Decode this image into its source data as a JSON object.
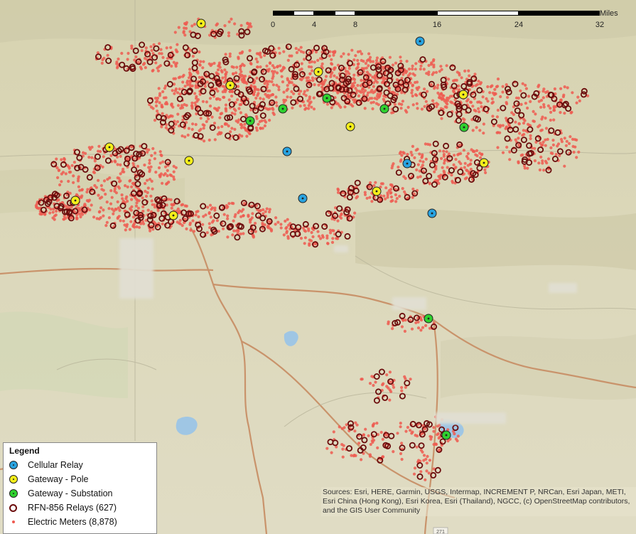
{
  "scale_bar": {
    "ticks": [
      "0",
      "4",
      "8",
      "16",
      "24",
      "32"
    ],
    "unit": "Miles"
  },
  "legend": {
    "title": "Legend",
    "items": [
      {
        "label": "Cellular Relay",
        "symbol": "cellular-relay-icon",
        "color": "#29a3e0"
      },
      {
        "label": "Gateway - Pole",
        "symbol": "gateway-pole-icon",
        "color": "#f4ee1a"
      },
      {
        "label": "Gateway - Substation",
        "symbol": "gateway-substation-icon",
        "color": "#2fd12f"
      },
      {
        "label": "RFN-856 Relays (627)",
        "symbol": "relay-ring-icon",
        "color": "#6b0c0c"
      },
      {
        "label": "Electric Meters (8,878)",
        "symbol": "meter-dot-icon",
        "color": "#ef5a50"
      }
    ]
  },
  "attribution": "Sources: Esri, HERE, Garmin, USGS, Intermap, INCREMENT P, NRCan, Esri Japan, METI, Esri China (Hong Kong), Esri Korea, Esri (Thailand), NGCC, (c) OpenStreetMap contributors, and the GIS User Community",
  "map_labels": {
    "road_shield": "271"
  },
  "colors": {
    "cellular_relay": "#29a3e0",
    "gateway_pole": "#f4ee1a",
    "gateway_substation": "#2fd12f",
    "relay_ring": "#6b0c0c",
    "meter": "#ef5a50"
  }
}
